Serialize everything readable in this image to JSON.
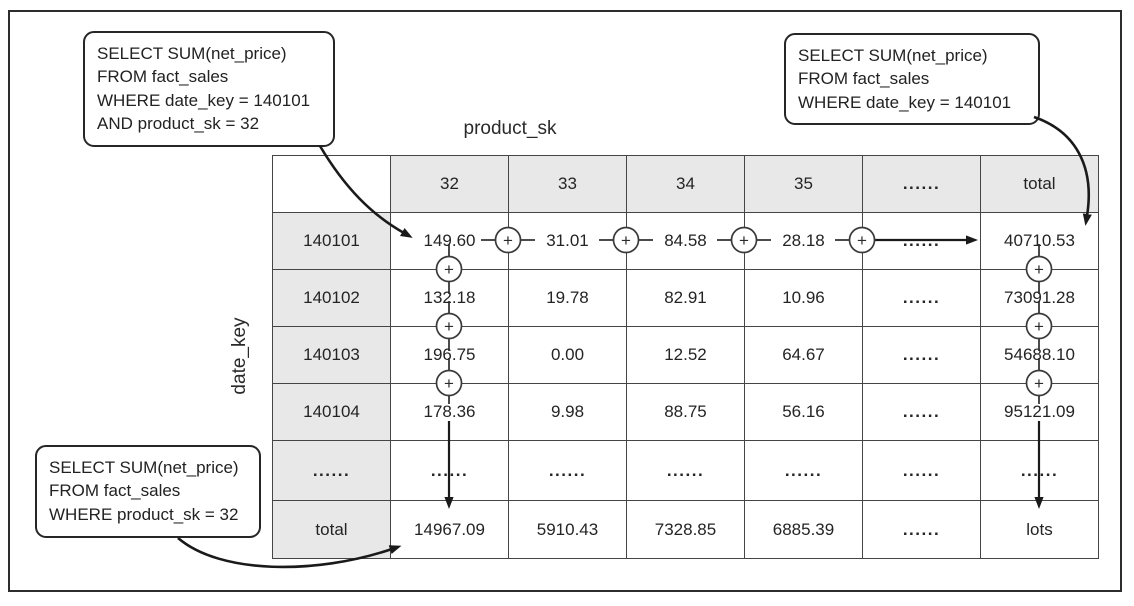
{
  "figure": {
    "col_axis_label": "product_sk",
    "row_axis_label": "date_key",
    "symbols": {
      "plus": "+"
    },
    "callouts": {
      "top_left": {
        "lines": [
          "SELECT SUM(net_price)",
          "FROM fact_sales",
          "WHERE date_key = 140101",
          "AND product_sk = 32"
        ]
      },
      "top_right": {
        "lines": [
          "SELECT SUM(net_price)",
          "FROM fact_sales",
          "WHERE date_key = 140101"
        ]
      },
      "bottom_left": {
        "lines": [
          "SELECT SUM(net_price)",
          "FROM fact_sales",
          "WHERE product_sk = 32"
        ]
      }
    },
    "matrix": {
      "col_headers": [
        "32",
        "33",
        "34",
        "35",
        "......",
        "total"
      ],
      "rows": [
        {
          "header": "140101",
          "cells": [
            "149.60",
            "31.01",
            "84.58",
            "28.18",
            "......",
            "40710.53"
          ]
        },
        {
          "header": "140102",
          "cells": [
            "132.18",
            "19.78",
            "82.91",
            "10.96",
            "......",
            "73091.28"
          ]
        },
        {
          "header": "140103",
          "cells": [
            "196.75",
            "0.00",
            "12.52",
            "64.67",
            "......",
            "54688.10"
          ]
        },
        {
          "header": "140104",
          "cells": [
            "178.36",
            "9.98",
            "88.75",
            "56.16",
            "......",
            "95121.09"
          ]
        },
        {
          "header": "......",
          "cells": [
            "......",
            "......",
            "......",
            "......",
            "......",
            "......"
          ]
        },
        {
          "header": "total",
          "cells": [
            "14967.09",
            "5910.43",
            "7328.85",
            "6885.39",
            "......",
            "lots"
          ]
        }
      ]
    }
  }
}
